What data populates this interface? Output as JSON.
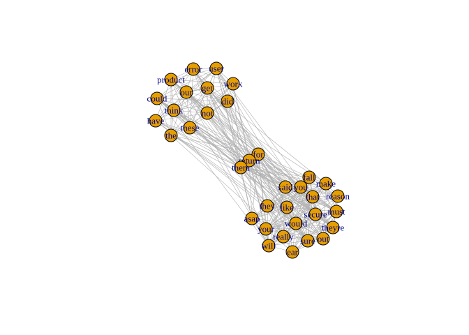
{
  "colors": {
    "background": "#ffffff",
    "node_fill": "#E69F00",
    "node_stroke": "#000000",
    "label": "#00008B",
    "edge": "#AFAFAF"
  },
  "nodes": [
    {
      "id": "error",
      "label": "error"
    },
    {
      "id": "user",
      "label": "user"
    },
    {
      "id": "product",
      "label": "product"
    },
    {
      "id": "get",
      "label": "get"
    },
    {
      "id": "work",
      "label": "work"
    },
    {
      "id": "our",
      "label": "our"
    },
    {
      "id": "could",
      "label": "could"
    },
    {
      "id": "did",
      "label": "did"
    },
    {
      "id": "think",
      "label": "think"
    },
    {
      "id": "not",
      "label": "not"
    },
    {
      "id": "have",
      "label": "have"
    },
    {
      "id": "these",
      "label": "these"
    },
    {
      "id": "the",
      "label": "the"
    },
    {
      "id": "for",
      "label": "for"
    },
    {
      "id": "return",
      "label": "return"
    },
    {
      "id": "them",
      "label": "them"
    },
    {
      "id": "fall",
      "label": "fall"
    },
    {
      "id": "make",
      "label": "make"
    },
    {
      "id": "said",
      "label": "said"
    },
    {
      "id": "you",
      "label": "you"
    },
    {
      "id": "that",
      "label": "that"
    },
    {
      "id": "reason",
      "label": "reason"
    },
    {
      "id": "they",
      "label": "they"
    },
    {
      "id": "like",
      "label": "like"
    },
    {
      "id": "secure",
      "label": "secure"
    },
    {
      "id": "must",
      "label": "must"
    },
    {
      "id": "asap",
      "label": "asap"
    },
    {
      "id": "would",
      "label": "would"
    },
    {
      "id": "theyre",
      "label": "theyre"
    },
    {
      "id": "your",
      "label": "your"
    },
    {
      "id": "really",
      "label": "really"
    },
    {
      "id": "sure",
      "label": "sure"
    },
    {
      "id": "out",
      "label": "out"
    },
    {
      "id": "will",
      "label": "will"
    },
    {
      "id": "ear",
      "label": "ear"
    }
  ],
  "clusters": {
    "top": [
      "error",
      "user",
      "product",
      "get",
      "work",
      "our",
      "could",
      "did",
      "think",
      "not",
      "have",
      "these",
      "the"
    ],
    "bridge": [
      "for",
      "return",
      "them"
    ],
    "bottom": [
      "fall",
      "make",
      "said",
      "you",
      "that",
      "reason",
      "they",
      "like",
      "secure",
      "must",
      "asap",
      "would",
      "theyre",
      "your",
      "really",
      "sure",
      "out",
      "will",
      "ear"
    ]
  }
}
